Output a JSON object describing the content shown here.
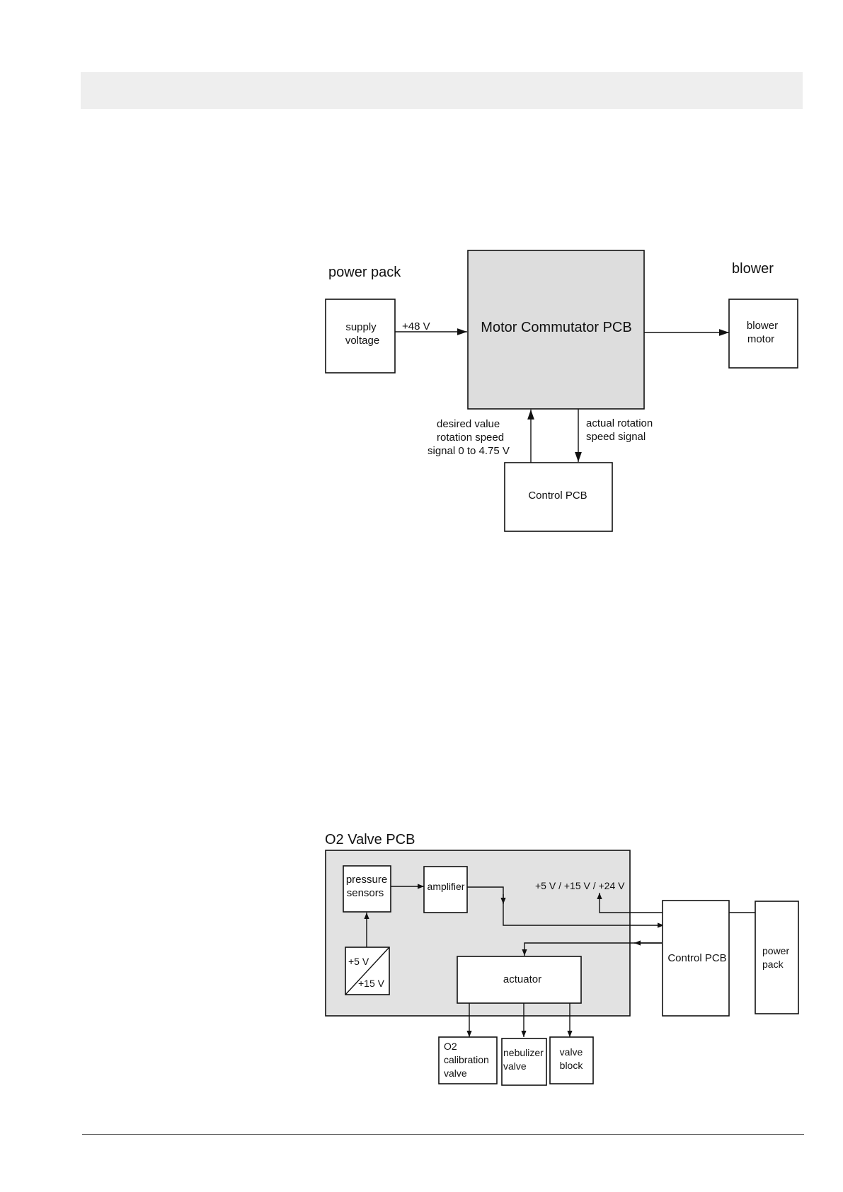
{
  "diagram1": {
    "label_power_pack": "power pack",
    "label_blower": "blower",
    "supply_line1": "supply",
    "supply_line2": "voltage",
    "voltage_48": "+48 V",
    "motor_pcb": "Motor Commutator PCB",
    "blower_motor_line1": "blower",
    "blower_motor_line2": "motor",
    "desired_line1": "desired value",
    "desired_line2": "rotation speed",
    "desired_line3": "signal 0 to 4.75 V",
    "actual_line1": "actual rotation",
    "actual_line2": "speed signal",
    "control_pcb": "Control PCB"
  },
  "diagram2": {
    "title": "O2 Valve PCB",
    "pressure_line1": "pressure",
    "pressure_line2": "sensors",
    "amplifier": "amplifier",
    "voltages": "+5 V / +15 V / +24 V",
    "converter_in": "+5 V",
    "converter_out": "+15 V",
    "actuator": "actuator",
    "control_pcb": "Control PCB",
    "power_pack_line1": "power",
    "power_pack_line2": "pack",
    "o2cal_line1": "O2",
    "o2cal_line2": "calibration",
    "o2cal_line3": "valve",
    "nebulizer_line1": "nebulizer",
    "nebulizer_line2": "valve",
    "valveblock_line1": "valve",
    "valveblock_line2": "block"
  },
  "colors": {
    "header_band": "#eeeeee",
    "panel_fill": "#e2e2e2",
    "line": "#111111"
  }
}
